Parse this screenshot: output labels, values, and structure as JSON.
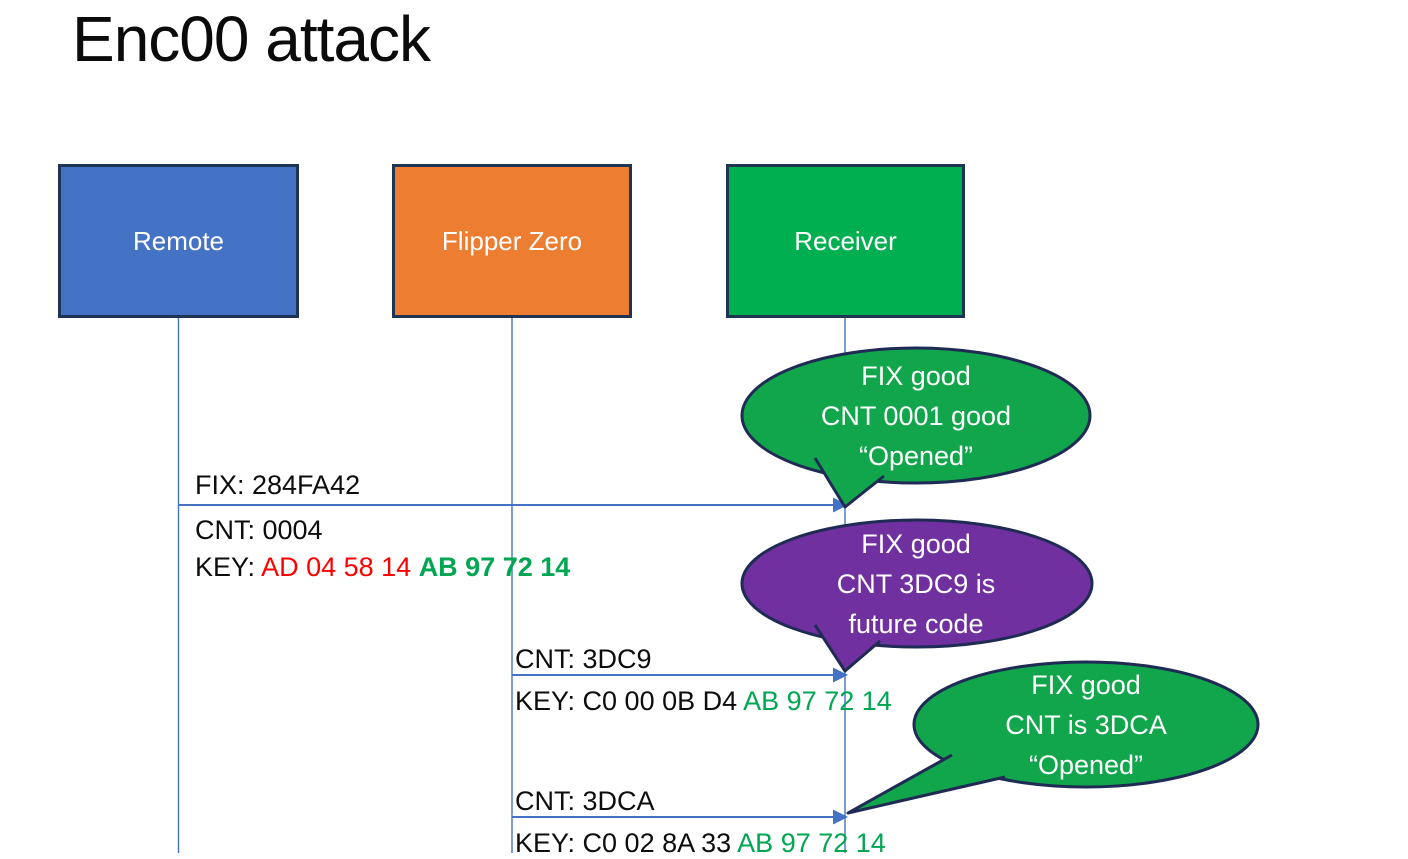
{
  "title": "Enc00 attack",
  "colors": {
    "actor_remote_fill": "#4472C4",
    "actor_flipper_fill": "#ED7D31",
    "actor_receiver_fill": "#00B050",
    "shape_border": "#1F3352",
    "line_blue": "#4472C4",
    "callout_green": "#11A64B",
    "callout_purple": "#7030A0",
    "text_red": "#FF0000",
    "text_green": "#00A651",
    "text_black": "#0D0D0D"
  },
  "actors": [
    {
      "label": "Remote",
      "fill": "#4472C4"
    },
    {
      "label": "Flipper Zero",
      "fill": "#ED7D31"
    },
    {
      "label": "Receiver",
      "fill": "#00B050"
    }
  ],
  "messages": [
    {
      "from": "Remote",
      "to": "Receiver",
      "fix": "FIX: 284FA42",
      "cnt": "CNT: 0004",
      "key_label": "KEY: ",
      "key_red": "AD 04 58 14 ",
      "key_green": "AB 97 72 14"
    },
    {
      "from": "Flipper Zero",
      "to": "Receiver",
      "cnt": "CNT: 3DC9",
      "key_label": "KEY: C0 00 0B D4 ",
      "key_green": "AB 97 72 14"
    },
    {
      "from": "Flipper Zero",
      "to": "Receiver",
      "cnt": "CNT: 3DCA",
      "key_label": "KEY: C0 02 8A 33 ",
      "key_green": "AB 97 72 14"
    }
  ],
  "callouts": [
    {
      "fill": "#11A64B",
      "lines": [
        "FIX good",
        "CNT 0001 good",
        "“Opened”"
      ]
    },
    {
      "fill": "#7030A0",
      "lines": [
        "FIX good",
        "CNT 3DC9 is",
        "future code"
      ]
    },
    {
      "fill": "#11A64B",
      "lines": [
        "FIX good",
        "CNT is 3DCA",
        "“Opened”"
      ]
    }
  ]
}
